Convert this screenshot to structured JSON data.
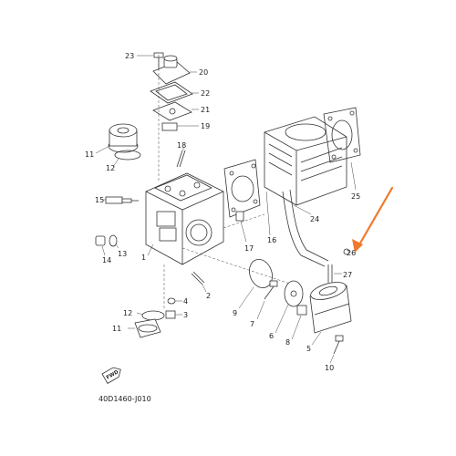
{
  "diagram": {
    "part_numbers": [
      {
        "id": "p23",
        "text": "23"
      },
      {
        "id": "p20",
        "text": "20"
      },
      {
        "id": "p22",
        "text": "22"
      },
      {
        "id": "p21",
        "text": "21"
      },
      {
        "id": "p19",
        "text": "19"
      },
      {
        "id": "p11a",
        "text": "11"
      },
      {
        "id": "p12a",
        "text": "12"
      },
      {
        "id": "p18",
        "text": "18"
      },
      {
        "id": "p15",
        "text": "15"
      },
      {
        "id": "p14",
        "text": "14"
      },
      {
        "id": "p13",
        "text": "13"
      },
      {
        "id": "p1",
        "text": "1"
      },
      {
        "id": "p17",
        "text": "17"
      },
      {
        "id": "p16",
        "text": "16"
      },
      {
        "id": "p24",
        "text": "24"
      },
      {
        "id": "p25",
        "text": "25"
      },
      {
        "id": "p26",
        "text": "26"
      },
      {
        "id": "p27",
        "text": "27"
      },
      {
        "id": "p2",
        "text": "2"
      },
      {
        "id": "p9",
        "text": "9"
      },
      {
        "id": "p7",
        "text": "7"
      },
      {
        "id": "p6",
        "text": "6"
      },
      {
        "id": "p8",
        "text": "8"
      },
      {
        "id": "p5",
        "text": "5"
      },
      {
        "id": "p10",
        "text": "10"
      },
      {
        "id": "p4",
        "text": "4"
      },
      {
        "id": "p3",
        "text": "3"
      },
      {
        "id": "p12b",
        "text": "12"
      },
      {
        "id": "p11b",
        "text": "11"
      }
    ],
    "fwd_label": "FWD",
    "reference_code": "40D1460-J010",
    "arrow_color": "#f07a2c"
  }
}
